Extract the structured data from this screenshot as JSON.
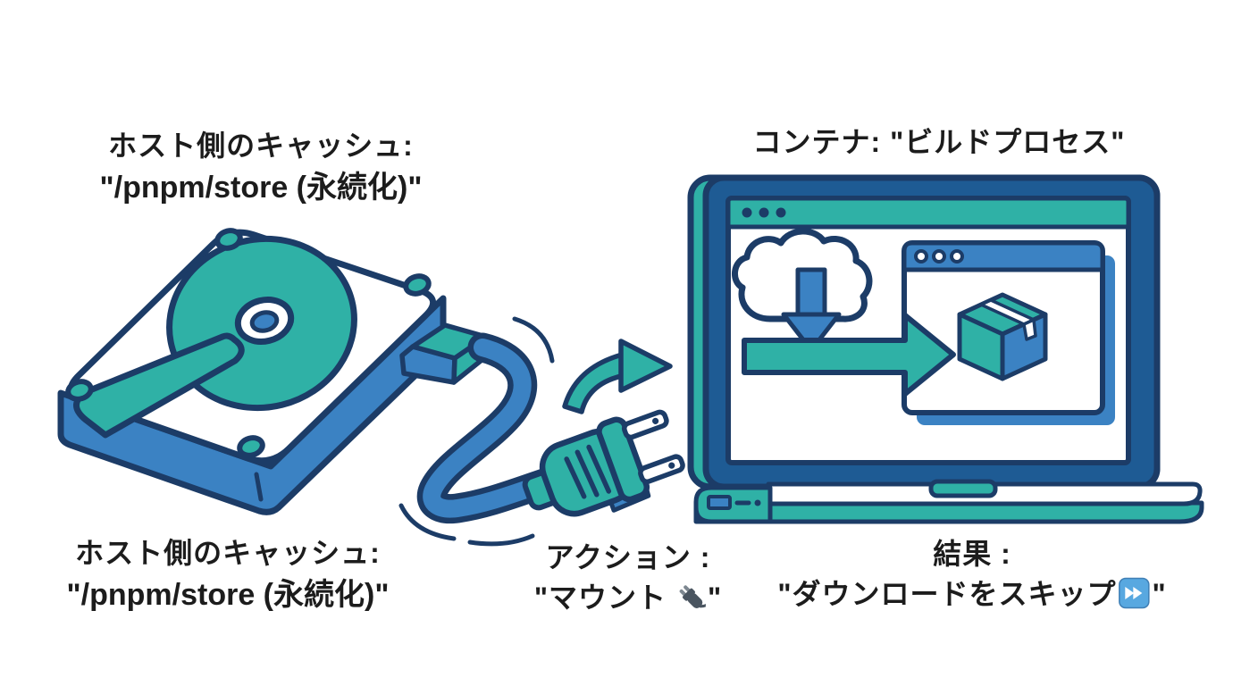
{
  "page": {
    "background": "#ffffff",
    "description": "pnpm store cache mount diagram"
  },
  "labels": {
    "host_cache_top": {
      "line1": "ホスト側のキャッシュ:",
      "line2": "\"/pnpm/store (永続化)\""
    },
    "container": {
      "text": "コンテナ: \"ビルドプロセス\""
    },
    "host_cache_bottom": {
      "line1": "ホスト側のキャッシュ:",
      "line2": "\"/pnpm/store (永続化)\""
    },
    "action": {
      "line1": "アクション :",
      "line2_prefix": "\"マウント ",
      "line2_suffix": "\"",
      "icon": "electric-plug-emoji"
    },
    "result": {
      "line1": "結果 :",
      "line2_prefix": "\"ダウンロードをスキップ",
      "line2_suffix": "\"",
      "icon": "fast-forward-emoji"
    }
  },
  "icons": {
    "hard_drive": "hard-drive-icon",
    "drive_connector": "drive-connector-icon",
    "power_cable": "power-cable-icon",
    "power_plug": "power-plug-icon",
    "curved_arrow": "curved-arrow-icon",
    "laptop": "laptop-icon",
    "cloud_download": "cloud-download-icon",
    "transfer_arrow": "right-arrow-icon",
    "browser_window": "browser-window-icon",
    "package_box": "package-box-icon",
    "plug_emoji": "electric-plug-emoji",
    "skip_emoji": "fast-forward-emoji"
  },
  "colors": {
    "teal": "#2FB1A6",
    "blue": "#3B82C3",
    "lid_blue": "#1E5B94",
    "navy": "#1C3C67",
    "text": "#1C1C1C",
    "white": "#FFFFFF",
    "emoji_plug_gray": "#4A5560",
    "emoji_plug_prong": "#7D8790",
    "emoji_skip_blue": "#58A8E0"
  }
}
